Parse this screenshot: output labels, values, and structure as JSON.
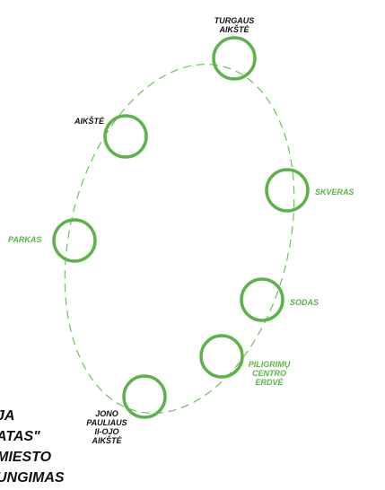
{
  "colors": {
    "accent_green": "#5bb34a",
    "text_dark": "#111111",
    "path_dash": "#6cc05c"
  },
  "route": {
    "style": "dashed-ellipse"
  },
  "places": [
    {
      "label": "TURGAUS\nAIKŠTĖ",
      "color": "dark"
    },
    {
      "label": "AIKŠTĖ",
      "color": "dark"
    },
    {
      "label": "SKVERAS",
      "color": "green"
    },
    {
      "label": "PARKAS",
      "color": "green"
    },
    {
      "label": "SODAS",
      "color": "green"
    },
    {
      "label": "PILIGRIMŲ\nCENTRO\nERDVĖ",
      "color": "green"
    },
    {
      "label": "JONO\nPAULIAUS\nII-OJO\nAIKŠTĖ",
      "color": "dark"
    }
  ],
  "title_lines": [
    "JA",
    "ATAS\"",
    "MIESTO",
    "UNGIMAS"
  ]
}
